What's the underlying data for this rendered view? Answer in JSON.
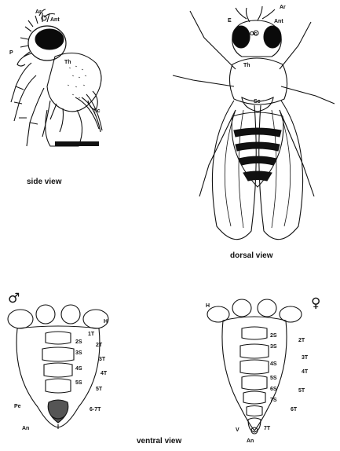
{
  "captions": {
    "side": "side view",
    "dorsal": "dorsal view",
    "ventral": "ventral view"
  },
  "symbols": {
    "male": "♂",
    "female": "♀"
  },
  "side_labels": {
    "ar": "Ar",
    "ant": "Ant",
    "p": "P",
    "th": "Th",
    "sc": "Sc"
  },
  "dorsal_labels": {
    "e": "E",
    "oc": "Oc",
    "ar": "Ar",
    "ant": "Ant",
    "th": "Th",
    "sc": "Sc"
  },
  "male_labels": {
    "h": "H",
    "t1": "1T",
    "s2": "2S",
    "t2": "2T",
    "s3": "3S",
    "t3": "3T",
    "s4": "4S",
    "t4": "4T",
    "s5": "5S",
    "t5": "5T",
    "pe": "Pe",
    "t67": "6-7T",
    "an": "An"
  },
  "female_labels": {
    "h": "H",
    "s2": "2S",
    "t2": "2T",
    "s3": "3S",
    "t3": "3T",
    "s4": "4S",
    "t4": "4T",
    "s5": "5S",
    "t5": "5T",
    "s6": "6S",
    "t6": "6T",
    "s7": "7S",
    "t7": "7T",
    "v": "V",
    "an": "An"
  }
}
